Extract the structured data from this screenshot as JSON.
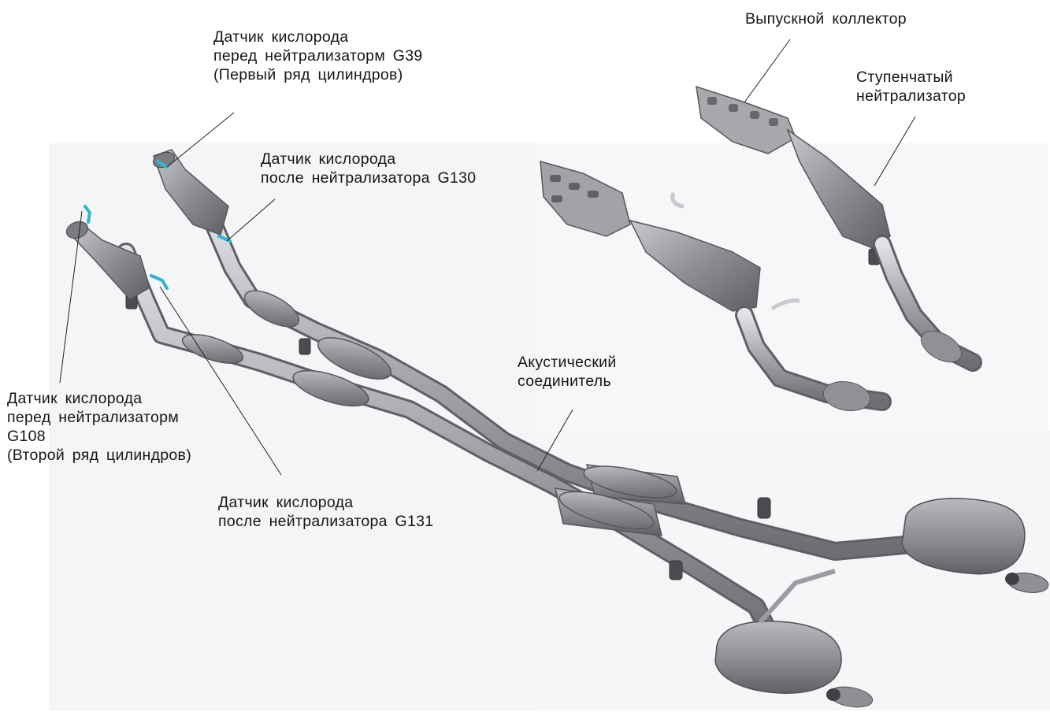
{
  "labels": {
    "sensor_g39": [
      "Датчик кислорода",
      "перед нейтрализаторм G39",
      "(Первый ряд цилиндров)"
    ],
    "sensor_g130": [
      "Датчик кислорода",
      "после нейтрализатора G130"
    ],
    "exhaust_manifold": [
      "Выпускной коллектор"
    ],
    "stepped_converter": [
      "Ступенчатый",
      "нейтрализатор"
    ],
    "sensor_g108": [
      "Датчик кислорода",
      "перед нейтрализаторм",
      "G108",
      "(Второй ряд цилиндров)"
    ],
    "sensor_g131": [
      "Датчик кислорода",
      "после нейтрализатора G131"
    ],
    "acoustic_coupler": [
      "Акустический",
      "соединитель"
    ]
  },
  "colors": {
    "background": "#ffffff",
    "panel": "#f4f5f7",
    "metal_dark": "#6a6c70",
    "metal_mid": "#9a9ca1",
    "metal_light": "#d6d7da",
    "sensor_accent": "#2fb6cf",
    "leader_line": "#222222"
  }
}
